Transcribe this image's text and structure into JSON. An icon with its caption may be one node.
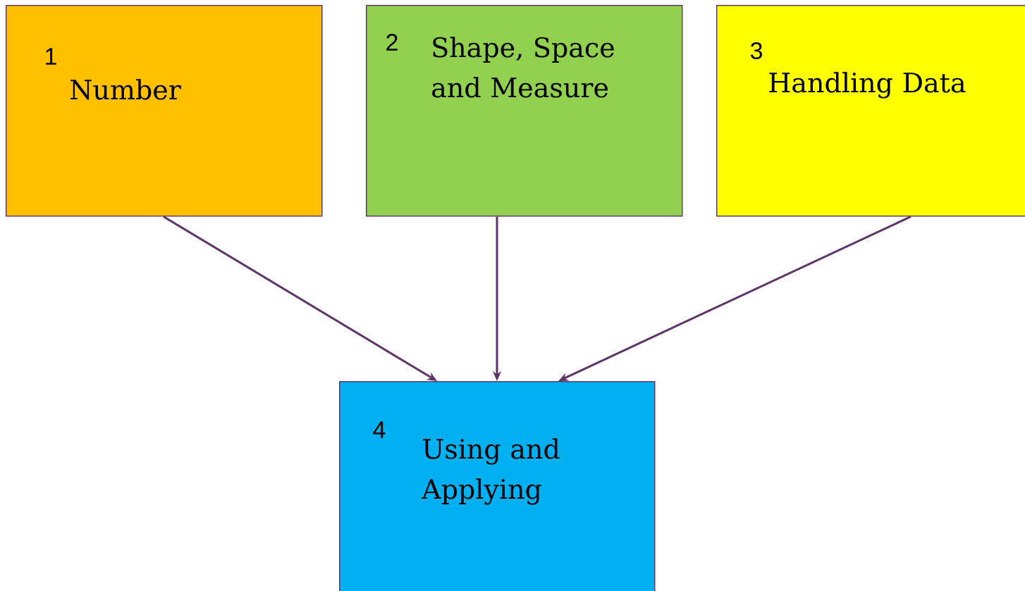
{
  "diagram": {
    "nodes": [
      {
        "text": [
          "1",
          "Number"
        ]
      },
      {
        "text": [
          "2",
          "Shape, Space and Measure"
        ]
      },
      {
        "text": [
          "3",
          "Handling Data"
        ]
      },
      {
        "text": [
          "4",
          "Using and Applying"
        ]
      }
    ],
    "edges": [
      {
        "from": 0,
        "to": 3,
        "arrow": "to"
      },
      {
        "from": 1,
        "to": 3,
        "arrow": "to"
      },
      {
        "from": 2,
        "to": 3,
        "arrow": "to"
      }
    ]
  }
}
